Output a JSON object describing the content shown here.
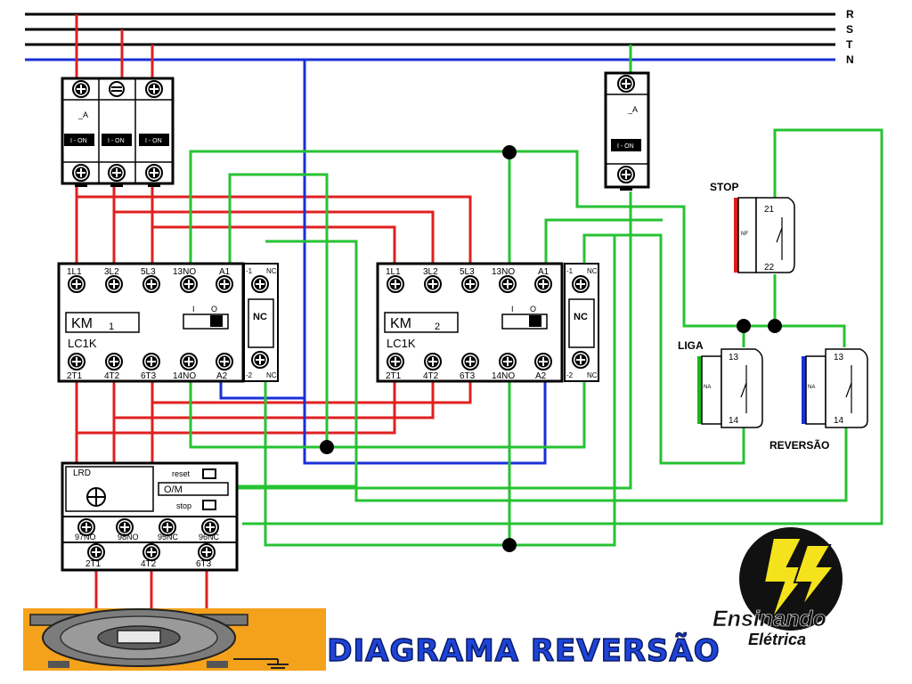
{
  "lines": {
    "r": "R",
    "s": "S",
    "t": "T",
    "n": "N"
  },
  "breaker3": {
    "label": "_A",
    "switch_label": "I - ON"
  },
  "breaker1": {
    "label": "_A",
    "switch_label": "I - ON"
  },
  "km1": {
    "top_terminals": [
      "1L1",
      "3L2",
      "5L3",
      "13NO",
      "A1"
    ],
    "bottom_terminals": [
      "2T1",
      "4T2",
      "6T3",
      "14NO",
      "A2"
    ],
    "name": "KM",
    "number": "1",
    "model": "LC1K",
    "switch": [
      "I",
      "O"
    ]
  },
  "km2": {
    "top_terminals": [
      "1L1",
      "3L2",
      "5L3",
      "13NO",
      "A1"
    ],
    "bottom_terminals": [
      "2T1",
      "4T2",
      "6T3",
      "14NO",
      "A2"
    ],
    "name": "KM",
    "number": "2",
    "model": "LC1K",
    "switch": [
      "I",
      "O"
    ]
  },
  "aux_nc": {
    "label": "NC",
    "top": "-1",
    "top_nc": "NC",
    "bottom": "-2",
    "bottom_nc": "NC"
  },
  "overload": {
    "name": "LRD",
    "reset": "reset",
    "om": "O/M",
    "stop": "stop",
    "aux_terminals": [
      "97NO",
      "98NO",
      "95NC",
      "96NC"
    ],
    "power_terminals": [
      "2T1",
      "4T2",
      "6T3"
    ]
  },
  "stop_button": {
    "title": "STOP",
    "side": "NF",
    "top": "21",
    "bottom": "22"
  },
  "liga_button": {
    "title": "LIGA",
    "side": "NA",
    "top": "13",
    "bottom": "14"
  },
  "reversao_button": {
    "title": "REVERSÃO",
    "side": "NA",
    "top": "13",
    "bottom": "14"
  },
  "logo": {
    "line1": "Ensinando",
    "line2": "Elétrica"
  },
  "footer_title": "DIAGRAMA REVERSÃO",
  "colors": {
    "phase": "#e02020",
    "neutral": "#1a2fd8",
    "control": "#27c233",
    "bus": "#000000",
    "motor_bg": "#f4a21c",
    "title_blue": "#1e44d8",
    "button_red": "#e41a1a",
    "button_green": "#18b818",
    "button_blue": "#1a2fd8"
  }
}
